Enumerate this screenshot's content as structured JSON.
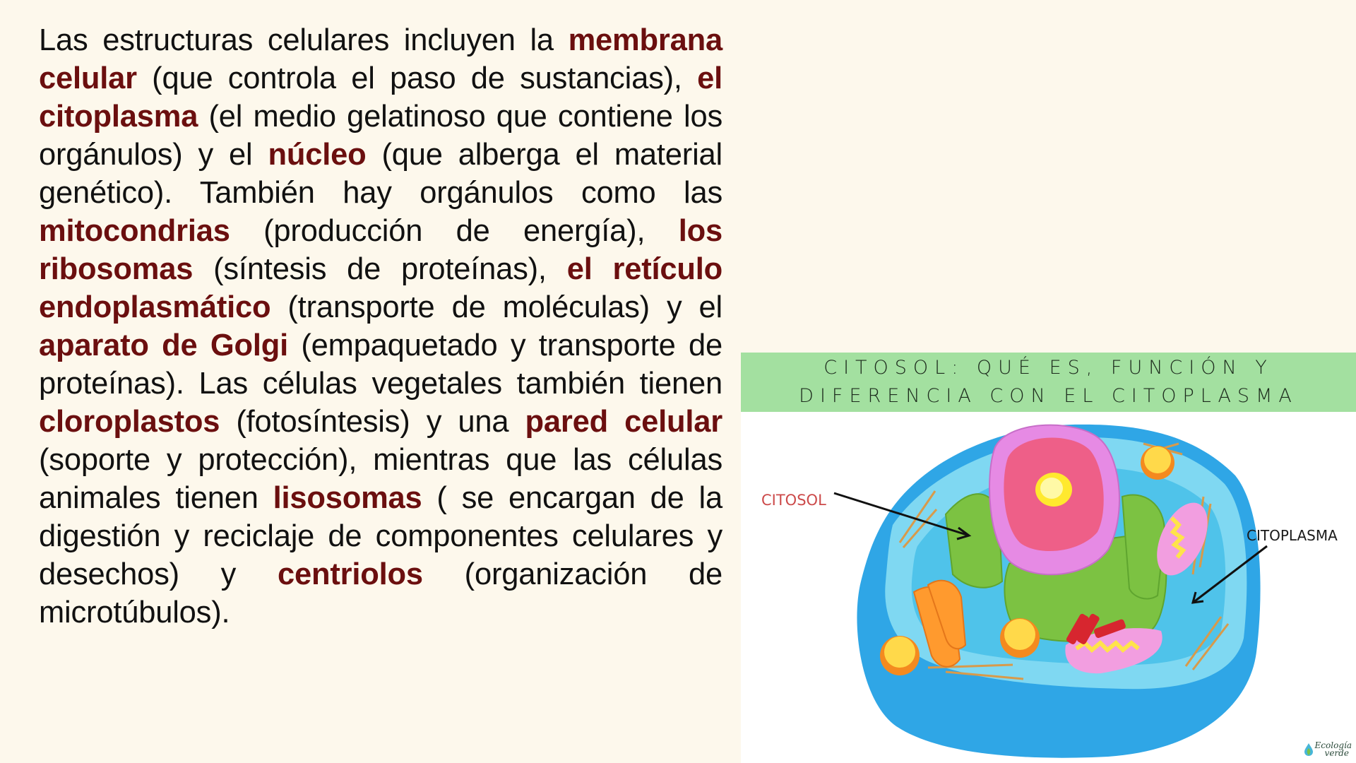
{
  "paragraph": {
    "segments": [
      {
        "text": "Las estructuras celulares incluyen la ",
        "bold": false
      },
      {
        "text": "membrana celular",
        "bold": true
      },
      {
        "text": " (que controla el paso de sustancias), ",
        "bold": false
      },
      {
        "text": "el citoplasma",
        "bold": true
      },
      {
        "text": " (el medio gelatinoso que contiene los orgánulos) y el ",
        "bold": false
      },
      {
        "text": "núcleo",
        "bold": true
      },
      {
        "text": " (que alberga el material genético). También hay orgánulos como las ",
        "bold": false
      },
      {
        "text": "mitocondrias",
        "bold": true
      },
      {
        "text": " (producción de energía), ",
        "bold": false
      },
      {
        "text": "los ribosomas",
        "bold": true
      },
      {
        "text": " (síntesis de proteínas), ",
        "bold": false
      },
      {
        "text": "el retículo endoplasmático",
        "bold": true
      },
      {
        "text": " (transporte de moléculas) y el ",
        "bold": false
      },
      {
        "text": "aparato de Golgi",
        "bold": true
      },
      {
        "text": " (empaquetado y transporte de proteínas). Las células vegetales también tienen ",
        "bold": false
      },
      {
        "text": "cloroplastos",
        "bold": true
      },
      {
        "text": " (fotosíntesis) y una ",
        "bold": false
      },
      {
        "text": "pared celular",
        "bold": true
      },
      {
        "text": " (soporte y protección), mientras que las células animales tienen ",
        "bold": false
      },
      {
        "text": "lisosomas",
        "bold": true
      },
      {
        "text": " ( se encargan de la digestión y reciclaje de componentes celulares y desechos) y ",
        "bold": false
      },
      {
        "text": "centriolos",
        "bold": true
      },
      {
        "text": " (organización de microtúbulos).",
        "bold": false
      }
    ],
    "highlight_color": "#6b0f0f"
  },
  "figure": {
    "banner": {
      "line1": "CITOSOL: QUÉ ES, FUNCIÓN Y",
      "line2": "DIFERENCIA CON EL CITOPLASMA",
      "color": "#a3e0a0"
    },
    "labels": {
      "citosol": "CITOSOL",
      "citoplasma": "CITOPLASMA"
    },
    "logo": {
      "line1": "Ecología",
      "line2": "verde",
      "icon": "leaf-drop-icon"
    }
  }
}
